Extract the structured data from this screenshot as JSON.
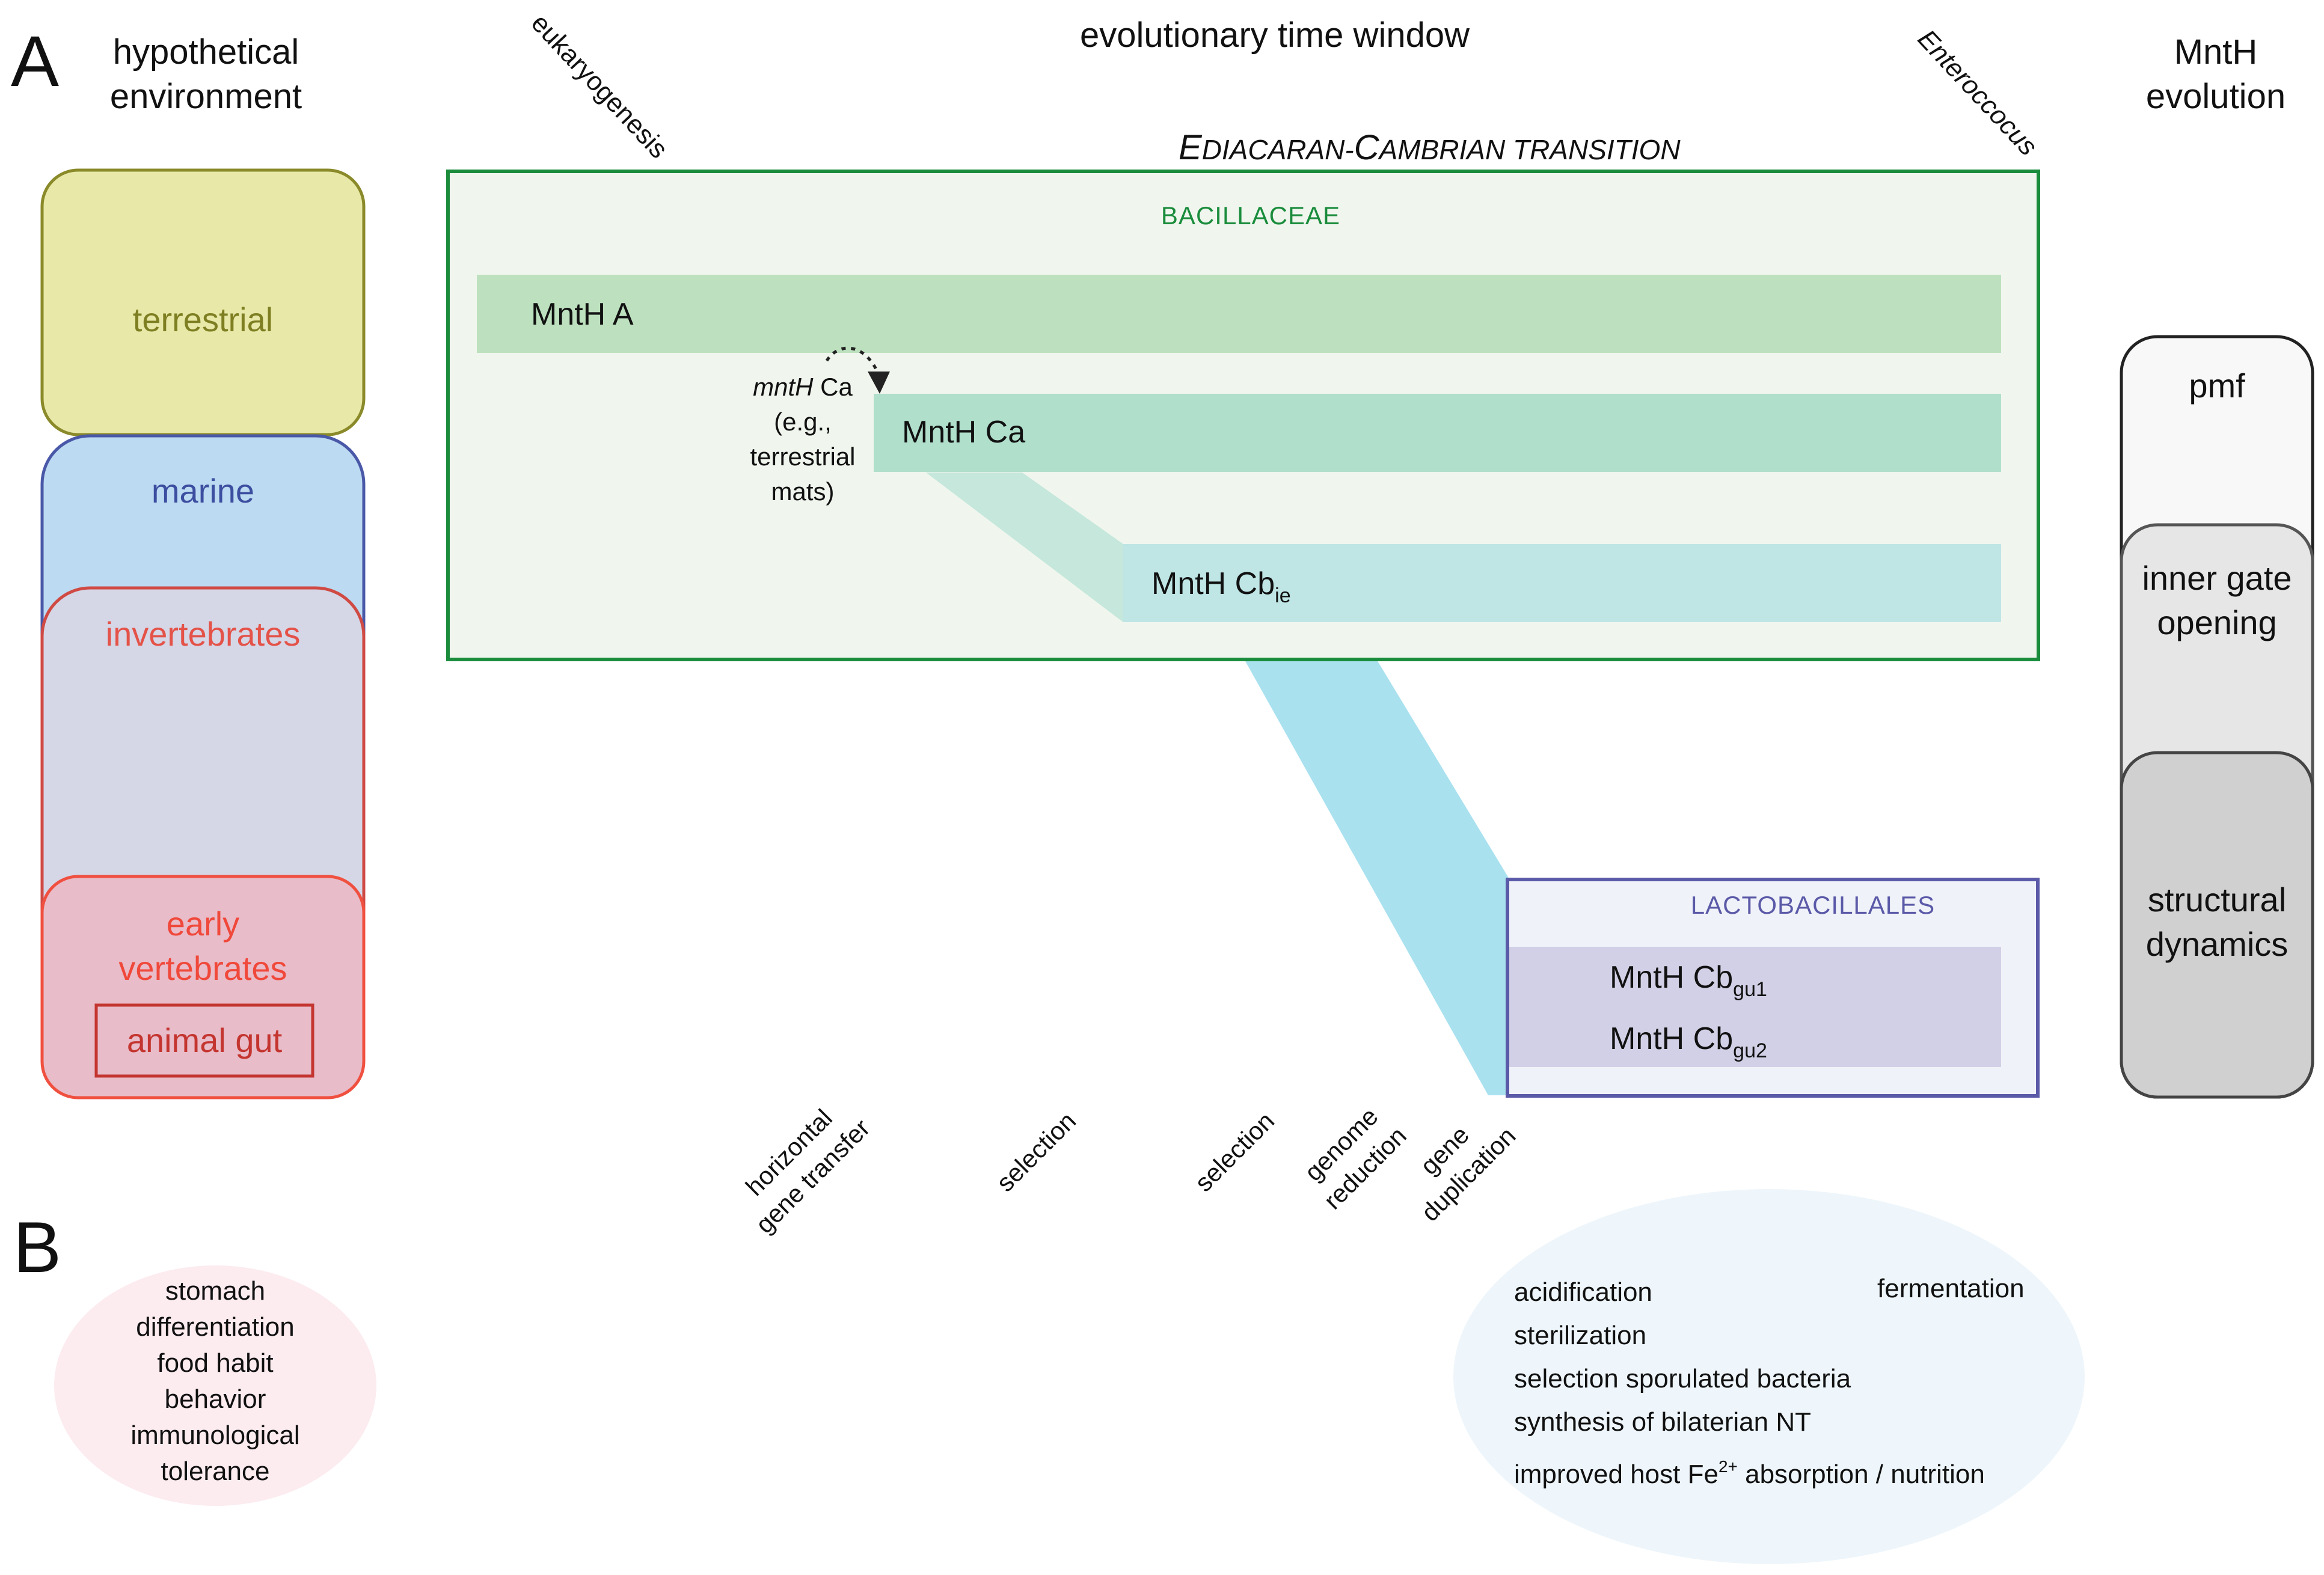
{
  "panel_a": "A",
  "panel_b": "B",
  "headings": {
    "environment": "hypothetical\nenvironment",
    "time_window": "evolutionary time window",
    "mnth_evolution": "MntH\nevolution"
  },
  "time_markers": {
    "start": "eukaryogenesis",
    "end": "Enteroccocus"
  },
  "transition": {
    "first": "E",
    "first_rest": "DIACARAN-",
    "second": "C",
    "second_rest": "AMBRIAN TRANSITION"
  },
  "environments": {
    "terrestrial": "terrestrial",
    "marine": "marine",
    "invertebrates": "invertebrates",
    "early_vertebrates": "early\nvertebrates",
    "animal_gut": "animal gut"
  },
  "groups": {
    "bacillaceae": "BACILLACEAE",
    "lactobacillales": "LACTOBACILLALES"
  },
  "lanes": {
    "mnth_a": "MntH A",
    "mnth_ca": "MntH Ca",
    "mnth_cb_ie_main": "MntH Cb",
    "mnth_cb_ie_sub": "ie",
    "mnth_cb_gu1_main": "MntH Cb",
    "mnth_cb_gu1_sub": "gu1",
    "mnth_cb_gu2_main": "MntH Cb",
    "mnth_cb_gu2_sub": "gu2"
  },
  "transfer_note": {
    "gene": "mntH",
    "line1_rest": " Ca",
    "line2": "(e.g.,",
    "line3": "terrestrial",
    "line4": "mats)"
  },
  "events": {
    "hgt": "horizontal\ngene transfer",
    "selection1": "selection",
    "selection2": "selection",
    "genome_reduction": "genome\nreduction",
    "gene_duplication": "gene\nduplication"
  },
  "evolution_stages": {
    "pmf": "pmf",
    "inner_gate": "inner gate\nopening",
    "structural": "structural\ndynamics"
  },
  "panel_b_left": "stomach\ndifferentiation\nfood habit\nbehavior\nimmunological\ntolerance",
  "panel_b_right": {
    "acidification": "acidification",
    "fermentation": "fermentation",
    "sterilization": "sterilization",
    "selection_sporulated": "selection sporulated bacteria",
    "synthesis": "synthesis of bilaterian NT",
    "fe_before": "improved host Fe",
    "fe_sup": "2+",
    "fe_after": " absorption / nutrition"
  },
  "colors": {
    "terrestrial": "#e8e9a8",
    "marine": "#bcdaf1",
    "invertebrates": "#d5d6e6",
    "early_vertebrates": "#e8bcc8",
    "bacillaceae_bg": "#f0f6ee",
    "bacillaceae_border": "#1a8c3c",
    "lane_a": "#bde1be",
    "lane_ca": "#b0dfcc",
    "lane_cb_ie": "#bfe5e5",
    "lacto_bg": "#f0f2f9",
    "lacto_border": "#5b5aa8",
    "lane_gu": "#d2d0e6",
    "connector": "#a9e1ef"
  }
}
